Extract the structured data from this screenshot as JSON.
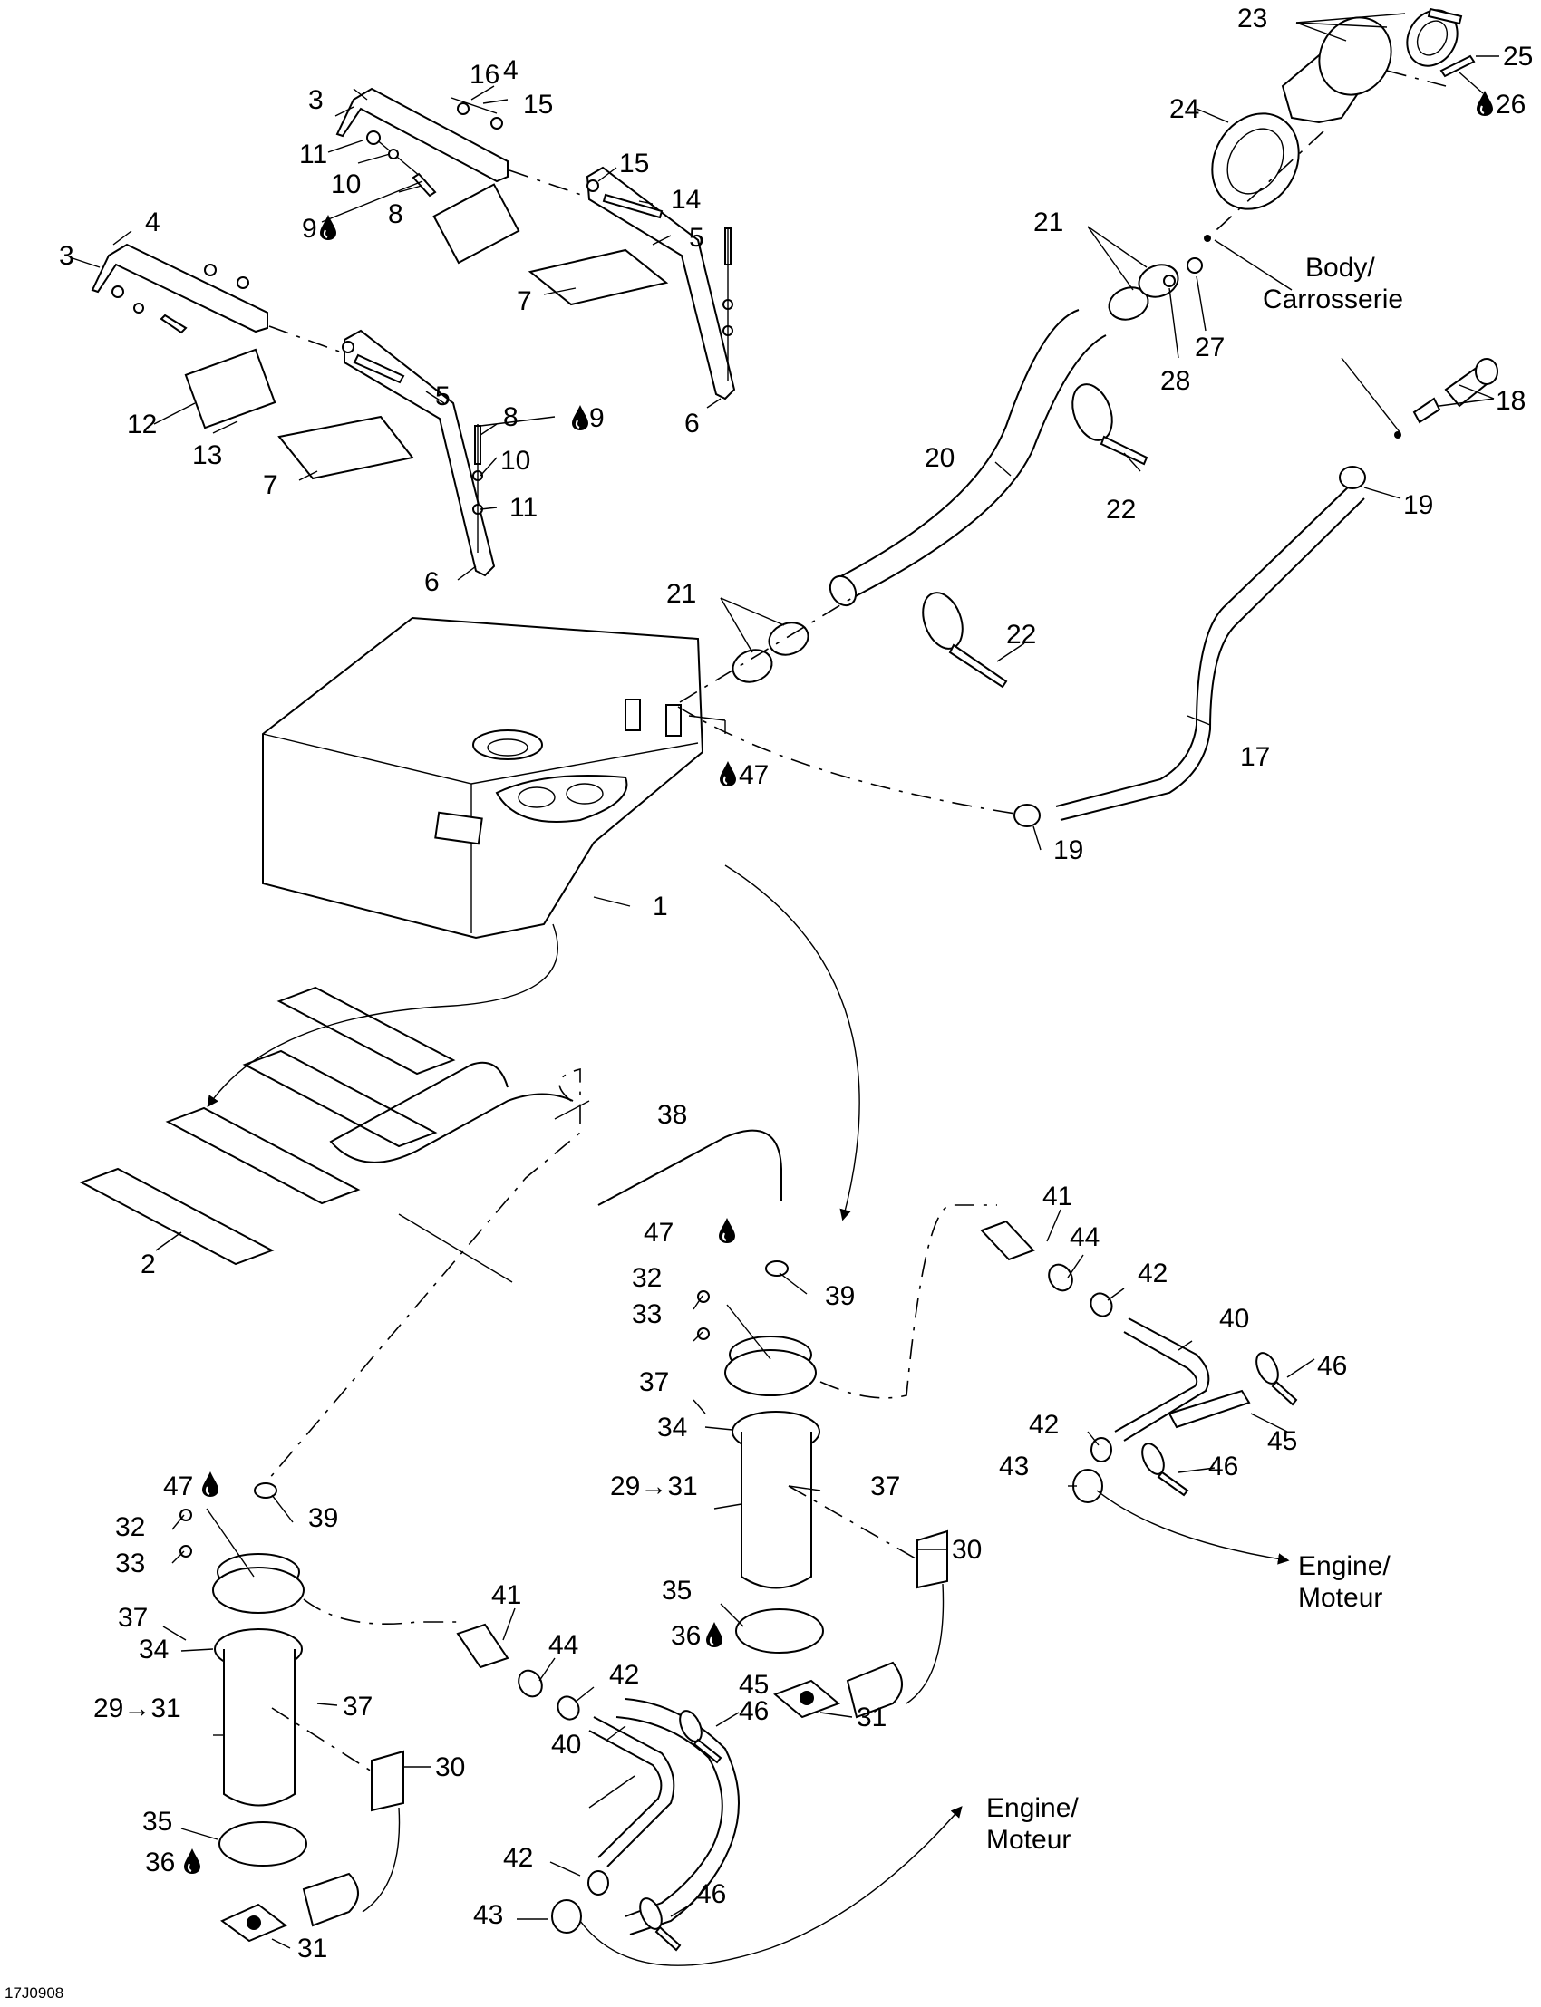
{
  "diagram": {
    "figure_code": "17J0908",
    "subject": "Fuel tank and fuel pump exploded view",
    "notes": {
      "body_line1": "Body/",
      "body_line2": "Carrosserie",
      "engine_a_line1": "Engine/",
      "engine_a_line2": "Moteur",
      "engine_b_line1": "Engine/",
      "engine_b_line2": "Moteur"
    },
    "callouts": [
      {
        "id": "c1",
        "text": "1"
      },
      {
        "id": "c2",
        "text": "2"
      },
      {
        "id": "c3a",
        "text": "3"
      },
      {
        "id": "c3b",
        "text": "3"
      },
      {
        "id": "c4a",
        "text": "4"
      },
      {
        "id": "c4b",
        "text": "4"
      },
      {
        "id": "c5a",
        "text": "5"
      },
      {
        "id": "c5b",
        "text": "5"
      },
      {
        "id": "c6a",
        "text": "6"
      },
      {
        "id": "c6b",
        "text": "6"
      },
      {
        "id": "c7a",
        "text": "7"
      },
      {
        "id": "c7b",
        "text": "7"
      },
      {
        "id": "c8a",
        "text": "8"
      },
      {
        "id": "c8b",
        "text": "8"
      },
      {
        "id": "c9a",
        "text": "9",
        "glue": true
      },
      {
        "id": "c9b",
        "text": "9",
        "glue": true
      },
      {
        "id": "c10a",
        "text": "10"
      },
      {
        "id": "c10b",
        "text": "10"
      },
      {
        "id": "c11a",
        "text": "11"
      },
      {
        "id": "c11b",
        "text": "11"
      },
      {
        "id": "c12",
        "text": "12"
      },
      {
        "id": "c13",
        "text": "13"
      },
      {
        "id": "c14",
        "text": "14"
      },
      {
        "id": "c15a",
        "text": "15"
      },
      {
        "id": "c15b",
        "text": "15"
      },
      {
        "id": "c16",
        "text": "16"
      },
      {
        "id": "c17",
        "text": "17"
      },
      {
        "id": "c18",
        "text": "18"
      },
      {
        "id": "c19a",
        "text": "19"
      },
      {
        "id": "c19b",
        "text": "19"
      },
      {
        "id": "c20",
        "text": "20"
      },
      {
        "id": "c21a",
        "text": "21"
      },
      {
        "id": "c21b",
        "text": "21"
      },
      {
        "id": "c22a",
        "text": "22"
      },
      {
        "id": "c22b",
        "text": "22"
      },
      {
        "id": "c23",
        "text": "23"
      },
      {
        "id": "c24",
        "text": "24"
      },
      {
        "id": "c25",
        "text": "25"
      },
      {
        "id": "c26",
        "text": "26",
        "glue": true
      },
      {
        "id": "c27",
        "text": "27"
      },
      {
        "id": "c28",
        "text": "28"
      },
      {
        "id": "c29a",
        "text": "29→31"
      },
      {
        "id": "c29b",
        "text": "29→31"
      },
      {
        "id": "c30a",
        "text": "30"
      },
      {
        "id": "c30b",
        "text": "30"
      },
      {
        "id": "c31a",
        "text": "31"
      },
      {
        "id": "c31b",
        "text": "31"
      },
      {
        "id": "c32a",
        "text": "32"
      },
      {
        "id": "c32b",
        "text": "32"
      },
      {
        "id": "c33a",
        "text": "33"
      },
      {
        "id": "c33b",
        "text": "33"
      },
      {
        "id": "c34a",
        "text": "34"
      },
      {
        "id": "c34b",
        "text": "34"
      },
      {
        "id": "c35a",
        "text": "35"
      },
      {
        "id": "c35b",
        "text": "35"
      },
      {
        "id": "c36a",
        "text": "36",
        "glue": true
      },
      {
        "id": "c36b",
        "text": "36",
        "glue": true
      },
      {
        "id": "c37a",
        "text": "37"
      },
      {
        "id": "c37b",
        "text": "37"
      },
      {
        "id": "c37c",
        "text": "37"
      },
      {
        "id": "c37d",
        "text": "37"
      },
      {
        "id": "c38",
        "text": "38"
      },
      {
        "id": "c39a",
        "text": "39"
      },
      {
        "id": "c39b",
        "text": "39"
      },
      {
        "id": "c40a",
        "text": "40"
      },
      {
        "id": "c40b",
        "text": "40"
      },
      {
        "id": "c41a",
        "text": "41"
      },
      {
        "id": "c41b",
        "text": "41"
      },
      {
        "id": "c42a",
        "text": "42"
      },
      {
        "id": "c42b",
        "text": "42"
      },
      {
        "id": "c42c",
        "text": "42"
      },
      {
        "id": "c42d",
        "text": "42"
      },
      {
        "id": "c43a",
        "text": "43"
      },
      {
        "id": "c43b",
        "text": "43"
      },
      {
        "id": "c44a",
        "text": "44"
      },
      {
        "id": "c44b",
        "text": "44"
      },
      {
        "id": "c45a",
        "text": "45"
      },
      {
        "id": "c45b",
        "text": "45"
      },
      {
        "id": "c46a",
        "text": "46"
      },
      {
        "id": "c46b",
        "text": "46"
      },
      {
        "id": "c46c",
        "text": "46"
      },
      {
        "id": "c46d",
        "text": "46"
      },
      {
        "id": "c47a",
        "text": "47",
        "glue": true
      },
      {
        "id": "c47b",
        "text": "47",
        "glue": true
      },
      {
        "id": "c47c",
        "text": "47",
        "glue": true
      }
    ]
  }
}
